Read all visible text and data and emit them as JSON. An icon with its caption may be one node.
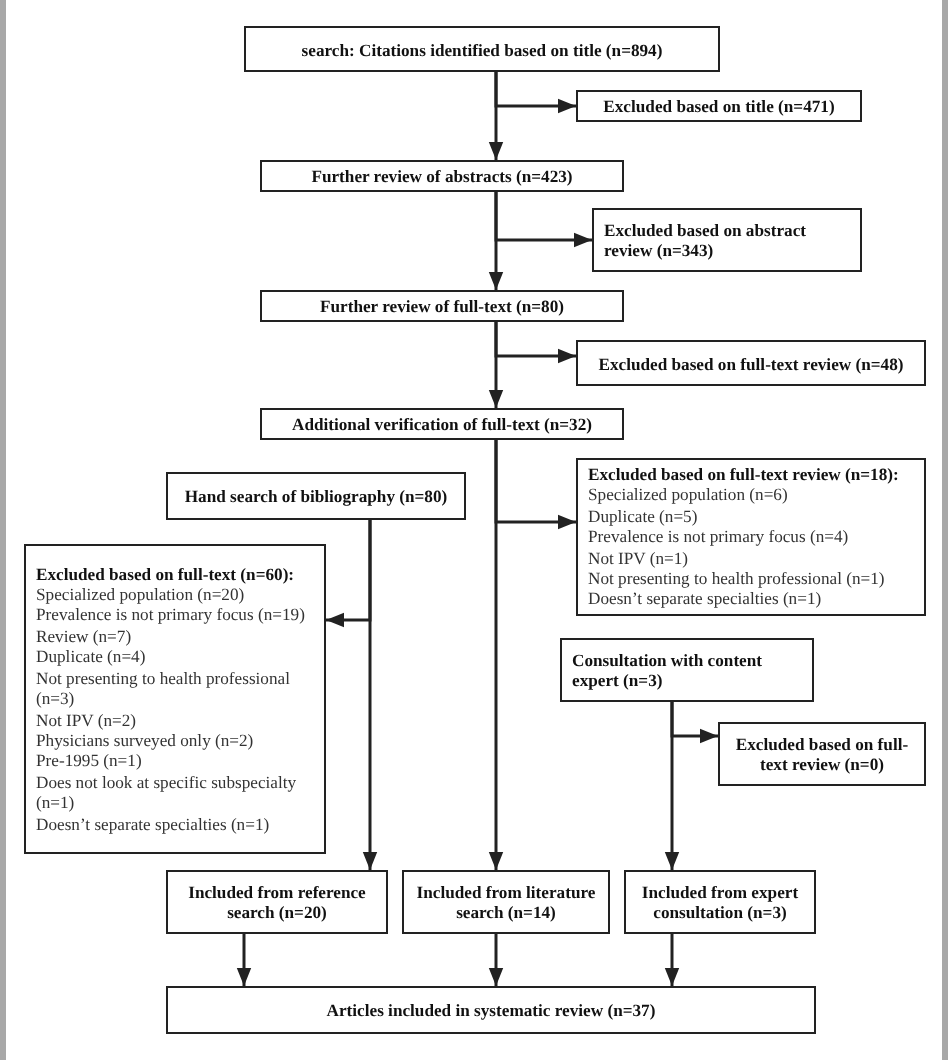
{
  "diagram": {
    "nodes": [
      {
        "text": [
          "search: Citations identified based on title (n=894)"
        ]
      },
      {
        "text": [
          "Excluded based on title (n=471)"
        ]
      },
      {
        "text": [
          "Further review of abstracts (n=423)"
        ]
      },
      {
        "text": [
          "Excluded based on abstract review (n=343)"
        ]
      },
      {
        "text": [
          "Further review of full-text (n=80)"
        ]
      },
      {
        "text": [
          "Excluded based on full-text review (n=48)"
        ]
      },
      {
        "text": [
          "Additional verification of full-text (n=32)"
        ]
      },
      {
        "text": [
          "Excluded based on full-text review (n=18):",
          "Specialized population (n=6)",
          "Duplicate (n=5)",
          "Prevalence is not primary focus (n=4)",
          "Not IPV (n=1)",
          "Not presenting to health professional (n=1)",
          "Doesn’t separate specialties (n=1)"
        ]
      },
      {
        "text": [
          "Hand search of bibliography (n=80)"
        ]
      },
      {
        "text": [
          "Excluded based on full-text (n=60):",
          "Specialized population (n=20)",
          "Prevalence is not primary focus (n=19)",
          "Review (n=7)",
          "Duplicate (n=4)",
          "Not presenting to health professional (n=3)",
          "Not IPV (n=2)",
          "Physicians surveyed only (n=2)",
          "Pre-1995 (n=1)",
          "Does not look at specific subspecialty (n=1)",
          "Doesn’t separate specialties (n=1)"
        ]
      },
      {
        "text": [
          "Consultation with content expert (n=3)"
        ]
      },
      {
        "text": [
          "Excluded based on full-text review (n=0)"
        ]
      },
      {
        "text": [
          "Included from reference search (n=20)"
        ]
      },
      {
        "text": [
          "Included from literature search (n=14)"
        ]
      },
      {
        "text": [
          "Included from expert consultation (n=3)"
        ]
      },
      {
        "text": [
          "Articles included in systematic review (n=37)"
        ]
      }
    ],
    "edges": [
      {
        "from": 0,
        "to": 1,
        "arrow": "to"
      },
      {
        "from": 0,
        "to": 2,
        "arrow": "to"
      },
      {
        "from": 2,
        "to": 3,
        "arrow": "to"
      },
      {
        "from": 2,
        "to": 4,
        "arrow": "to"
      },
      {
        "from": 4,
        "to": 5,
        "arrow": "to"
      },
      {
        "from": 4,
        "to": 6,
        "arrow": "to"
      },
      {
        "from": 6,
        "to": 7,
        "arrow": "to"
      },
      {
        "from": 6,
        "to": 13,
        "arrow": "to"
      },
      {
        "from": 8,
        "to": 9,
        "arrow": "to"
      },
      {
        "from": 8,
        "to": 12,
        "arrow": "to"
      },
      {
        "from": 10,
        "to": 11,
        "arrow": "to"
      },
      {
        "from": 10,
        "to": 14,
        "arrow": "to"
      },
      {
        "from": 12,
        "to": 15,
        "arrow": "to"
      },
      {
        "from": 13,
        "to": 15,
        "arrow": "to"
      },
      {
        "from": 14,
        "to": 15,
        "arrow": "to"
      }
    ]
  }
}
